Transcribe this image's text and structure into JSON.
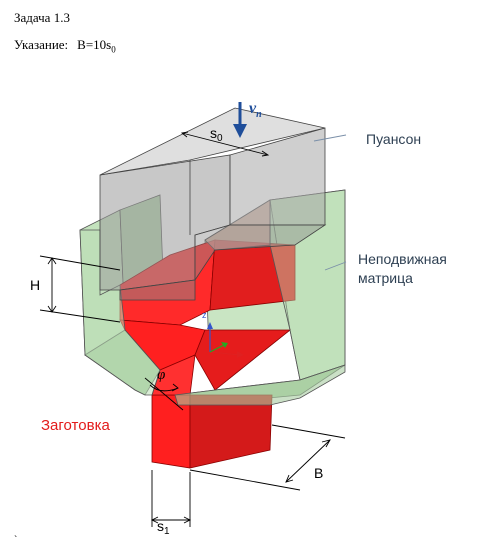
{
  "header": {
    "task_title": "Задача 1.3",
    "hint_label": "Указание:",
    "hint_formula_main": "B=10s",
    "hint_formula_sub": "0"
  },
  "diagram": {
    "labels": {
      "punch": "Пуансон",
      "die_line1": "Неподвижная",
      "die_line2": "матрица",
      "workpiece": "Заготовка",
      "dim_H": "H",
      "dim_B": "B",
      "dim_s0_main": "s",
      "dim_s0_sub": "0",
      "dim_s1_main": "s",
      "dim_s1_sub": "1",
      "angle": "φ",
      "velocity_main": "v",
      "velocity_sub": "n",
      "axis_z": "z"
    },
    "colors": {
      "workpiece": "#ff2020",
      "workpiece_dark": "#c81818",
      "die": "#b9dcb4",
      "punch": "#a9a9a9",
      "label_red": "#e31b1b",
      "arrow_blue": "#1f4e9a"
    },
    "footnote": "`"
  }
}
